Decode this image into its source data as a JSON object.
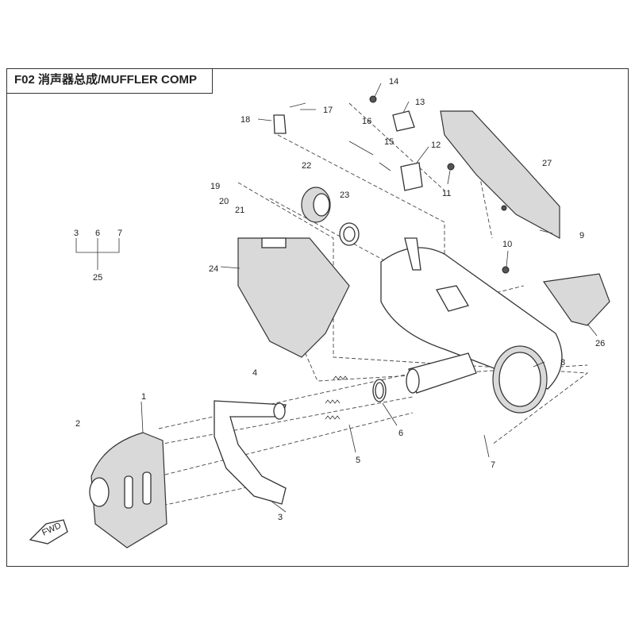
{
  "title": "F02 消声器总成/MUFFLER COMP",
  "fwd_label": "FWD",
  "callouts": [
    "1",
    "2",
    "3",
    "4",
    "5",
    "6",
    "7",
    "8",
    "9",
    "10",
    "11",
    "12",
    "13",
    "14",
    "15",
    "16",
    "17",
    "18",
    "19",
    "20",
    "21",
    "22",
    "23",
    "24",
    "25",
    "26",
    "27"
  ],
  "group_key": {
    "members": [
      "3",
      "6",
      "7"
    ],
    "total": "25"
  }
}
